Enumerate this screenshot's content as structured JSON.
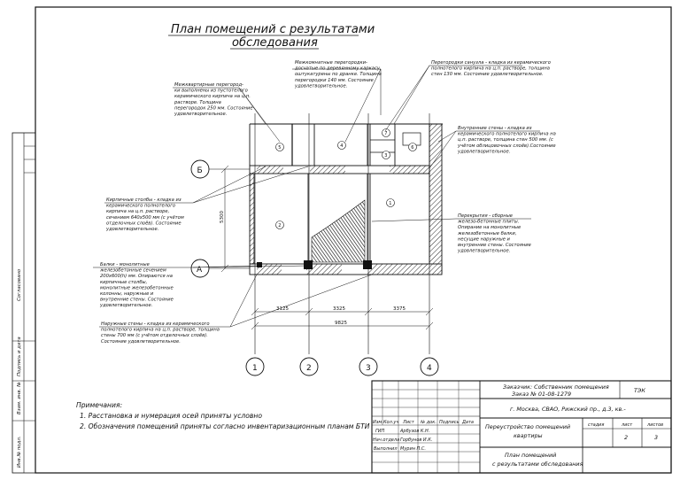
{
  "title": {
    "line1": "План помещений с результатами",
    "line2": "обследования"
  },
  "annotations": {
    "interior_partitions": [
      "Межквартирные перегород-",
      "ки выполнены из пустотелого",
      "керамического кирпича на ц.п.",
      "растворе. Толщина",
      "перегородок 250 мм. Состояние",
      "удовлетворительное."
    ],
    "inter_room_partitions": [
      "Межкомнатные перегородки-",
      "досчатые по деревянному каркасу,",
      "оштукатурены по дранке. Толщина",
      "перегородки 140 мм. Состояние",
      "удовлетворительное."
    ],
    "bathroom_partitions": [
      "Перегородки санузла - кладка из керамического",
      "полнотелого кирпича на ц.п. растворе, толщина",
      "стен 130 мм. Состояние удовлетворительное."
    ],
    "interior_walls": [
      "Внутренние стены - кладка из",
      "керамического полнотелого кирпича на",
      "ц.п. растворе, толщина стен 500 мм. (с",
      "учётом облицовочных слоёв).Состояние",
      "удовлетворительное."
    ],
    "brick_columns": [
      "Кирпичные столбы - кладка из",
      "керамического полнотелого",
      "кирпича на ц.п. растворе,",
      "сечением 640х500 мм (с учётом",
      "отделочных слоёв). Состояние",
      "удовлетворительное."
    ],
    "slabs": [
      "Перекрытия - сборные",
      "железо-бетонные плиты.",
      "Опирание на монолитные",
      "железобетонные балки,",
      "несущие наружные и",
      "внутренние стены. Состояние",
      "удовлетворительное."
    ],
    "beams": [
      "Балки - монолитные",
      "железобетонные сечением",
      "200х600(h) мм. Опираются на",
      "кирпичные столбы,",
      "монолитные железобетонные",
      "колонны, наружные и",
      "внутренние стены. Состояние",
      "удовлетворительное."
    ],
    "exterior_walls": [
      "Наружные стены - кладка из керамического",
      "полнотелого кирпича на ц.п. растворе, толщина",
      "стены 700 мм (с учётом отделочных слоёв).",
      "Состояние удовлетворительное."
    ]
  },
  "rooms": [
    "1",
    "2",
    "3",
    "4",
    "5",
    "6",
    "7"
  ],
  "axes": {
    "vertical": [
      "1",
      "2",
      "3",
      "4"
    ],
    "horizontal": [
      "Б",
      "А"
    ]
  },
  "dimensions": {
    "bay1": "3125",
    "bay2": "3325",
    "bay3": "3375",
    "total": "9825",
    "height": "5300"
  },
  "notes": {
    "heading": "Примечания:",
    "items": [
      "1. Расстановка и нумерация осей приняты условно",
      "2. Обозначения помещений приняты согласно инвентаризационным планам БТИ"
    ]
  },
  "stamp": {
    "customer": "Заказчик: Собственник помещения",
    "order": "Заказ № 01-08-1279",
    "company": "ТЭК",
    "address": "г. Москва, СВАО, Рижский пр., д.3, кв.-",
    "project_line1": "Переустройство помещений",
    "project_line2": "квартиры",
    "sheet_title_line1": "План помещений",
    "sheet_title_line2": "с результатами обследования",
    "col_headers": [
      "Кол.уч",
      "Лист",
      "№ док.",
      "Подпись",
      "Дата"
    ],
    "col_headers_first": "Изм.",
    "stage_label": "стадия",
    "sheet_label": "лист",
    "sheets_label": "листов",
    "sheet_no": "2",
    "sheets_total": "3",
    "roles": [
      {
        "role": "ГИП",
        "name": "Арбузов К.Н."
      },
      {
        "role": "Нач.отдела",
        "name": "Горбунов И.К."
      },
      {
        "role": "Выполнил",
        "name": "Мурин П.С."
      }
    ]
  },
  "side_stamp": {
    "agreed": "Согласовано",
    "replaced_inv": "Взам. инв. №",
    "sign_date": "Подпись и дата",
    "inv_original": "Инв.№ подл."
  }
}
